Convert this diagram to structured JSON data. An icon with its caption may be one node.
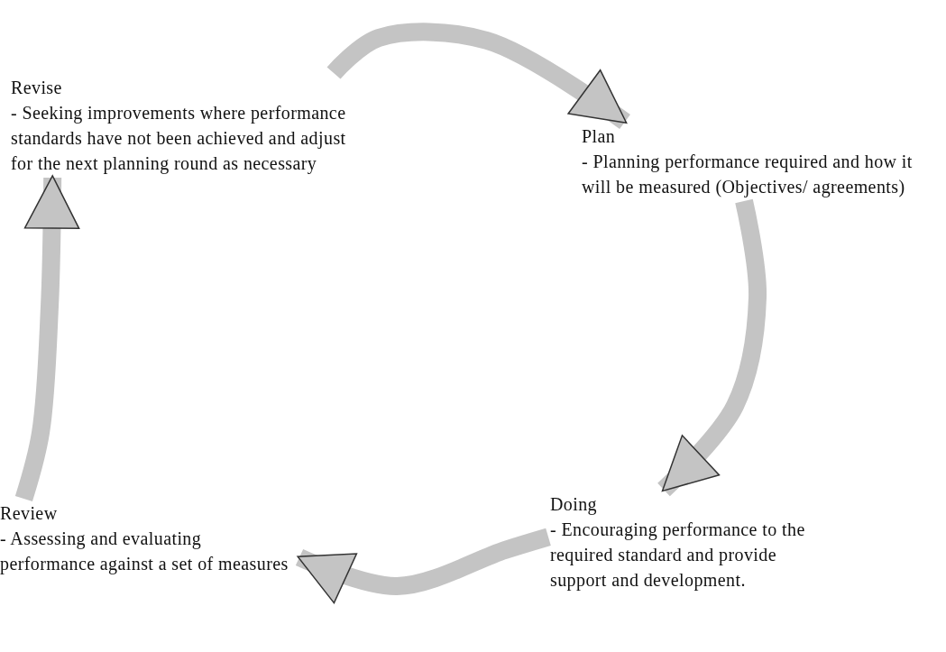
{
  "diagram": {
    "nodes": [
      {
        "text": [
          "Revise",
          "- Seeking improvements where performance standards have not been achieved and adjust for the next planning round as necessary"
        ]
      },
      {
        "text": [
          "Plan",
          "- Planning performance required and how it will be measured (Objectives/ agreements)"
        ]
      },
      {
        "text": [
          "Doing",
          "- Encouraging performance to the required standard and provide support and development."
        ]
      },
      {
        "text": [
          "Review",
          "- Assessing and evaluating performance against a set of measures"
        ]
      }
    ],
    "edges": [
      {
        "from": 0,
        "to": 1,
        "arrow": "to"
      },
      {
        "from": 1,
        "to": 2,
        "arrow": "to"
      },
      {
        "from": 2,
        "to": 3,
        "arrow": "to"
      },
      {
        "from": 3,
        "to": 0,
        "arrow": "to"
      }
    ]
  }
}
